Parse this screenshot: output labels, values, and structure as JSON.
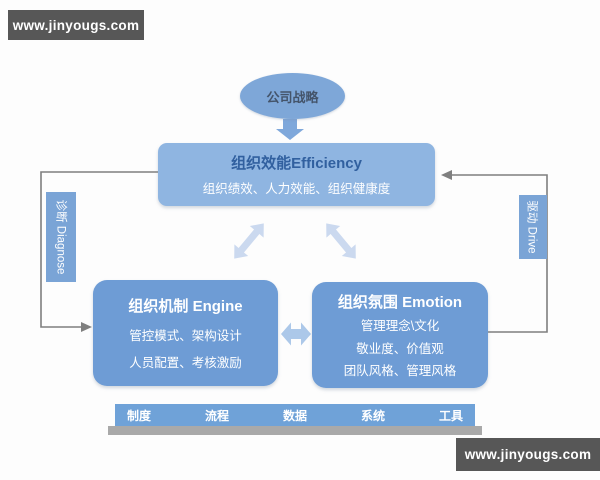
{
  "watermark_top": {
    "text": "www.jinyougs.com"
  },
  "watermark_bottom": {
    "text": "www.jinyougs.com"
  },
  "strategy": {
    "label": "公司战略"
  },
  "efficiency": {
    "title": "组织效能Efficiency",
    "subtitle": "组织绩效、人力效能、组织健康度"
  },
  "diagnose": {
    "label": "诊断 Diagnose"
  },
  "drive": {
    "label": "驱动 Drive"
  },
  "engine": {
    "title": "组织机制 Engine",
    "lines": [
      "管控模式、架构设计",
      "人员配置、考核激励"
    ]
  },
  "emotion": {
    "title": "组织氛围 Emotion",
    "lines": [
      "管理理念\\文化",
      "敬业度、价值观",
      "团队风格、管理风格"
    ]
  },
  "foundation": {
    "items": [
      "制度",
      "流程",
      "数据",
      "系统",
      "工具"
    ]
  },
  "colors": {
    "efficiency_box": "#8FB5E1",
    "lower_boxes": "#6E9CD5",
    "ellipse": "#7EA7D8",
    "label_bars": "#7AA4D6",
    "foundation_bar": "#6FA2D8",
    "foundation_shadow": "#A9A9A9",
    "light_arrows": "#CBD9EF",
    "mid_arrow": "#ACC8E9",
    "block_arrow": "#7FA8DB",
    "connector_line": "#7F7F7F",
    "watermark_bg": "#575757",
    "efficiency_title_text": "#31609F",
    "ellipse_text": "#44546A"
  }
}
